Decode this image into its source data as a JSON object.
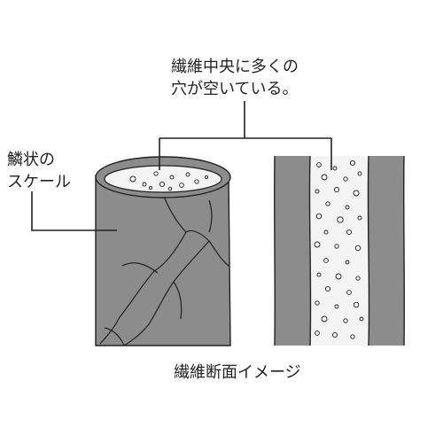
{
  "labels": {
    "center_hole": [
      "繊維中央に多くの",
      "穴が空いている。"
    ],
    "scale": [
      "鱗状の",
      "スケール"
    ],
    "caption": "繊維断面イメージ"
  },
  "colors": {
    "fiber_fill": "#8c8c8c",
    "fiber_dark": "#7a7a7a",
    "core_fill": "#f4f4f4",
    "line": "#222222",
    "background": "#ffffff"
  }
}
